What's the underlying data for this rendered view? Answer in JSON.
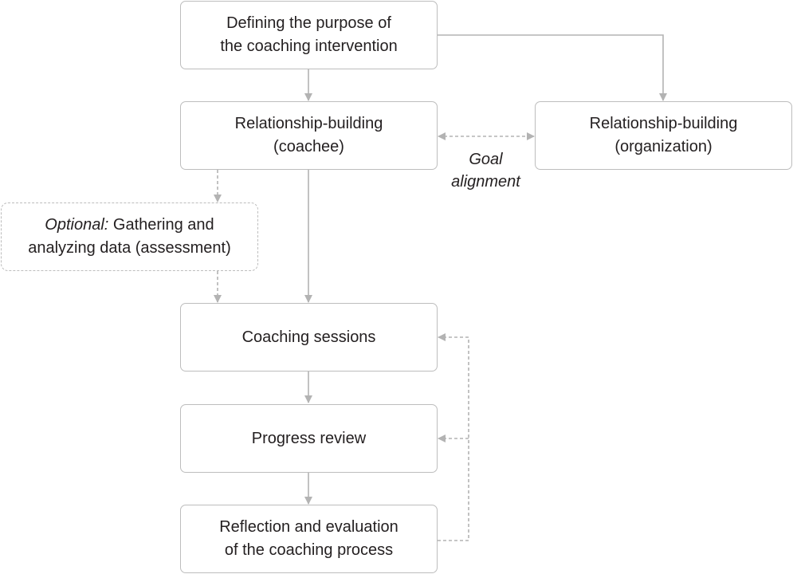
{
  "nodes": {
    "purpose": {
      "lines": [
        "Defining the purpose of",
        "the coaching intervention"
      ]
    },
    "rel_coachee": {
      "lines": [
        "Relationship-building",
        "(coachee)"
      ]
    },
    "rel_org": {
      "lines": [
        "Relationship-building",
        "(organization)"
      ]
    },
    "optional": {
      "prefix": "Optional:",
      "rest": " Gathering and",
      "line2": "analyzing data (assessment)"
    },
    "sessions": {
      "lines": [
        "Coaching sessions"
      ]
    },
    "review": {
      "lines": [
        "Progress review"
      ]
    },
    "reflection": {
      "lines": [
        "Reflection and evaluation",
        "of the coaching process"
      ]
    }
  },
  "goal_alignment": {
    "lines": [
      "Goal",
      "alignment"
    ]
  },
  "colors": {
    "line": "#b3b3b3",
    "border": "#bdbdbd",
    "text": "#231f20"
  }
}
